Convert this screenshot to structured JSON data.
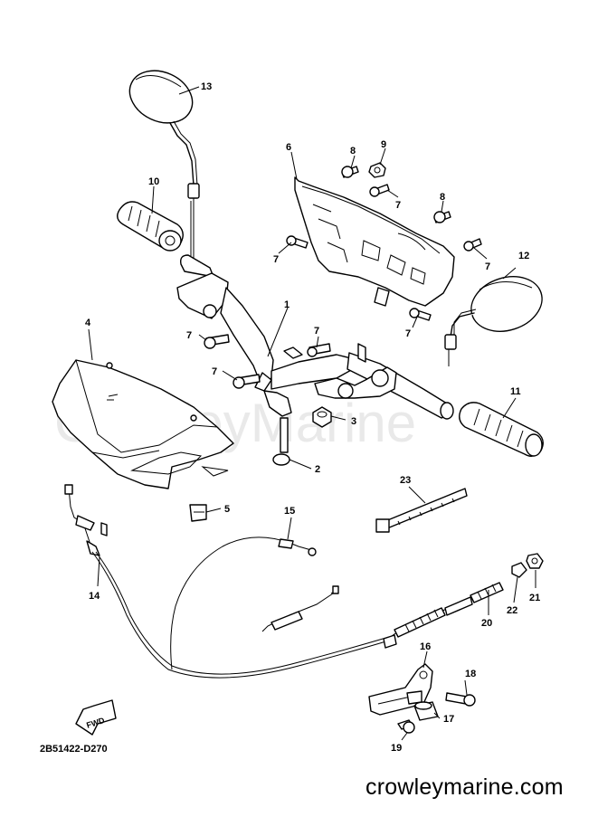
{
  "watermark": "CrowleyMarine",
  "drawing_code": "2B51422-D270",
  "site_url": "crowleymarine.com",
  "fwd_label": "FWD",
  "callouts": {
    "c1": "1",
    "c2": "2",
    "c3": "3",
    "c4": "4",
    "c5": "5",
    "c6": "6",
    "c7a": "7",
    "c7b": "7",
    "c7c": "7",
    "c7d": "7",
    "c7e": "7",
    "c7f": "7",
    "c7g": "7",
    "c8a": "8",
    "c8b": "8",
    "c9": "9",
    "c10": "10",
    "c11": "11",
    "c12": "12",
    "c13": "13",
    "c14": "14",
    "c15": "15",
    "c16": "16",
    "c17": "17",
    "c18": "18",
    "c19": "19",
    "c20": "20",
    "c21": "21",
    "c22": "22",
    "c23": "23"
  }
}
